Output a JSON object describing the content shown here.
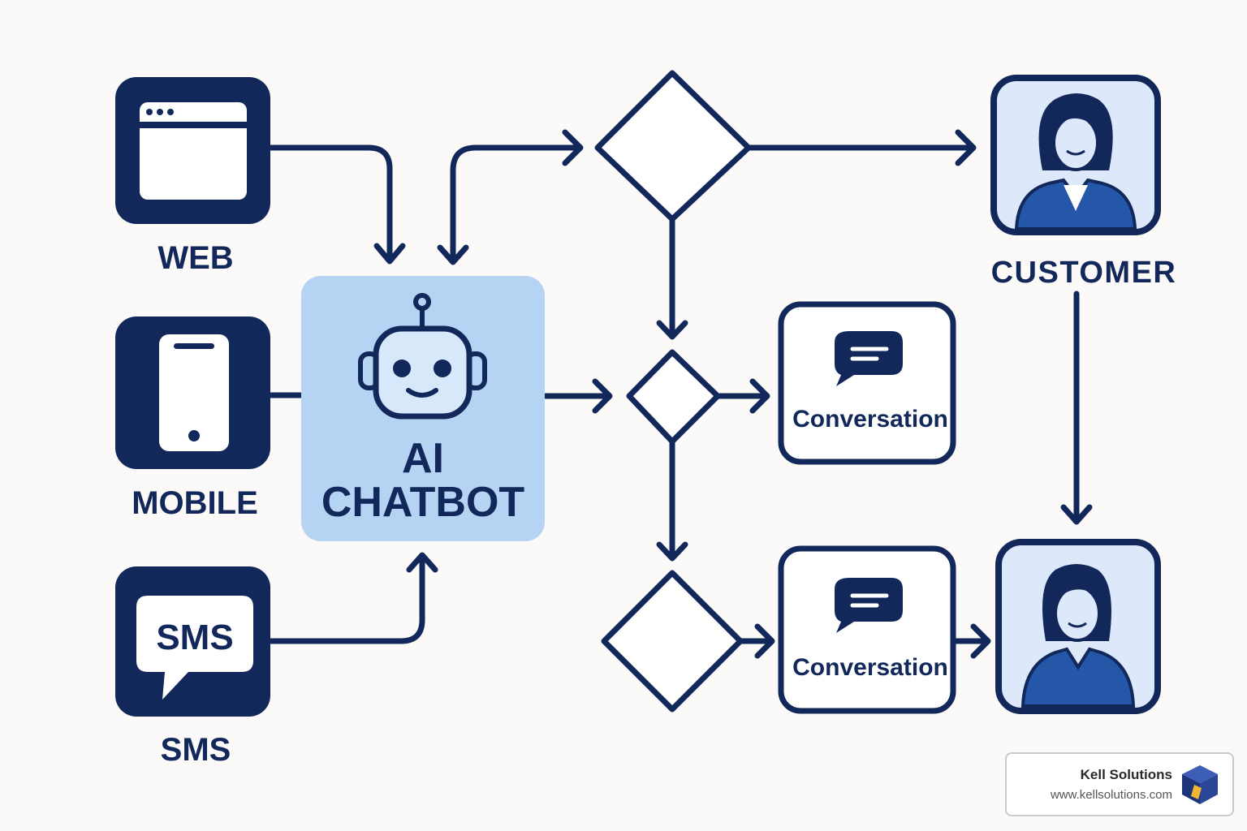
{
  "inputs": {
    "web": "WEB",
    "mobile": "MOBILE",
    "sms_label": "SMS",
    "sms_bubble_text": "SMS"
  },
  "chatbot": {
    "line1": "AI",
    "line2": "CHATBOT"
  },
  "conversations": [
    {
      "label": "Conversation"
    },
    {
      "label": "Conversation"
    }
  ],
  "customer": {
    "label": "CUSTOMER"
  },
  "branding": {
    "name": "Kell Solutions",
    "url": "www.kellsolutions.com"
  },
  "colors": {
    "navy": "#13285a",
    "chatbot_fill": "#b5d3f3",
    "avatar_bg": "#dde9fb",
    "jacket_blue": "#2457a8",
    "background": "#fbfaf8"
  },
  "icons": [
    "browser-icon",
    "smartphone-icon",
    "sms-bubble-icon",
    "robot-icon",
    "chat-bubble-icon",
    "person-icon",
    "cube-logo-icon"
  ]
}
